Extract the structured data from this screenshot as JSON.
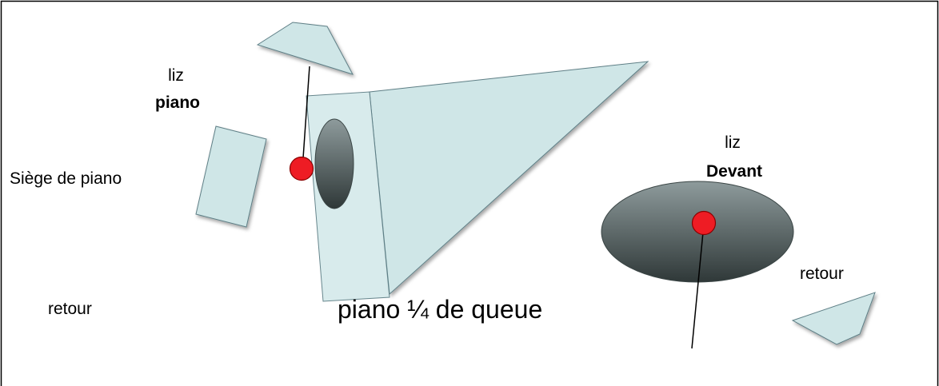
{
  "labels": {
    "liz_piano_name": "liz",
    "liz_piano_role": "piano",
    "piano_seat": "Siège de piano",
    "return_left": "retour",
    "grand_piano": "piano ¼ de queue",
    "liz_front_name": "liz",
    "liz_front_role": "Devant",
    "return_right": "retour"
  },
  "colors": {
    "frame": "#000000",
    "light_shape_fill": "#cfe6e7",
    "light_shape_stroke": "#5e7f86",
    "dark_ellipse_top": "#8e9b9c",
    "dark_ellipse_bottom": "#2f3838",
    "marker_red": "#ee1c24",
    "marker_stroke": "#8a0000",
    "pointer_line": "#000000"
  },
  "icons": {
    "monitor_left": "stage-monitor-wedge",
    "monitor_right": "stage-monitor-wedge",
    "mic_marker": "red-dot-marker"
  }
}
